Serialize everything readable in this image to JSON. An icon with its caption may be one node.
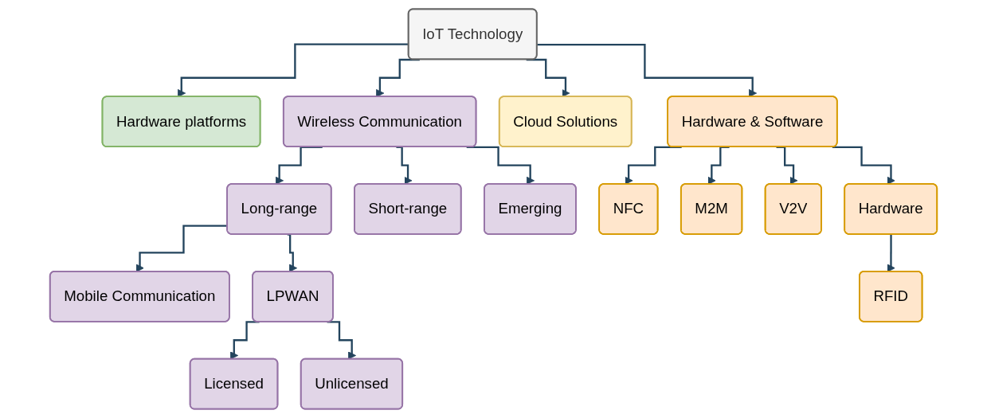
{
  "diagram": {
    "nodes": [
      {
        "text": [
          "IoT Technology"
        ]
      },
      {
        "text": [
          "Hardware platforms"
        ]
      },
      {
        "text": [
          "Wireless Communication"
        ]
      },
      {
        "text": [
          "Cloud Solutions"
        ]
      },
      {
        "text": [
          "Hardware & Software"
        ]
      },
      {
        "text": [
          "Long-range"
        ]
      },
      {
        "text": [
          "Short-range"
        ]
      },
      {
        "text": [
          "Emerging"
        ]
      },
      {
        "text": [
          "NFC"
        ]
      },
      {
        "text": [
          "M2M"
        ]
      },
      {
        "text": [
          "V2V"
        ]
      },
      {
        "text": [
          "Hardware"
        ]
      },
      {
        "text": [
          "Mobile Communication"
        ]
      },
      {
        "text": [
          "LPWAN"
        ]
      },
      {
        "text": [
          "Licensed"
        ]
      },
      {
        "text": [
          "Unlicensed"
        ]
      },
      {
        "text": [
          "RFID"
        ]
      }
    ],
    "edges": [
      {
        "from": 0,
        "to": 1,
        "arrow": "to"
      },
      {
        "from": 0,
        "to": 2,
        "arrow": "to"
      },
      {
        "from": 0,
        "to": 3,
        "arrow": "to"
      },
      {
        "from": 0,
        "to": 4,
        "arrow": "to"
      },
      {
        "from": 2,
        "to": 5,
        "arrow": "to"
      },
      {
        "from": 2,
        "to": 6,
        "arrow": "to"
      },
      {
        "from": 2,
        "to": 7,
        "arrow": "to"
      },
      {
        "from": 4,
        "to": 8,
        "arrow": "to"
      },
      {
        "from": 4,
        "to": 9,
        "arrow": "to"
      },
      {
        "from": 4,
        "to": 10,
        "arrow": "to"
      },
      {
        "from": 4,
        "to": 11,
        "arrow": "to"
      },
      {
        "from": 5,
        "to": 12,
        "arrow": "to"
      },
      {
        "from": 5,
        "to": 13,
        "arrow": "to"
      },
      {
        "from": 13,
        "to": 14,
        "arrow": "to"
      },
      {
        "from": 13,
        "to": 15,
        "arrow": "to"
      },
      {
        "from": 11,
        "to": 16,
        "arrow": "to"
      }
    ]
  }
}
